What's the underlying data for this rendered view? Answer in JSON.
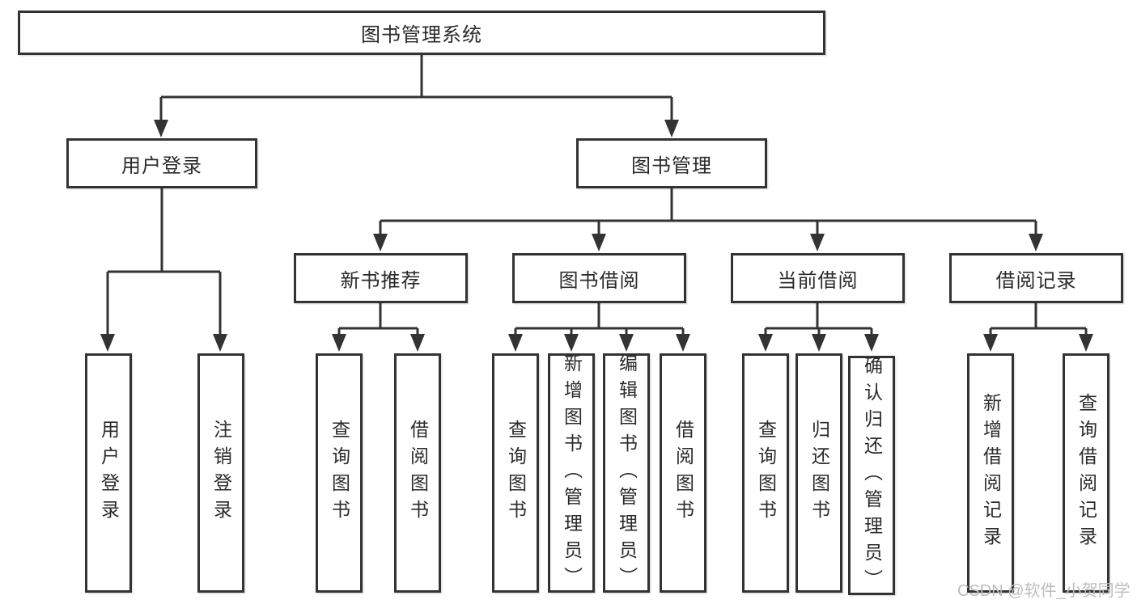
{
  "diagram": {
    "root_label": "图书管理系统",
    "level2": [
      {
        "label": "用户登录"
      },
      {
        "label": "图书管理"
      }
    ],
    "level3": [
      {
        "label": "新书推荐"
      },
      {
        "label": "图书借阅"
      },
      {
        "label": "当前借阅"
      },
      {
        "label": "借阅记录"
      }
    ],
    "leaves": [
      {
        "label": "用户登录",
        "parent": "用户登录"
      },
      {
        "label": "注销登录",
        "parent": "用户登录"
      },
      {
        "label": "查询图书",
        "parent": "新书推荐"
      },
      {
        "label": "借阅图书",
        "parent": "新书推荐"
      },
      {
        "label": "查询图书",
        "parent": "图书借阅"
      },
      {
        "label": "新增图书（管理员）",
        "parent": "图书借阅"
      },
      {
        "label": "编辑图书（管理员）",
        "parent": "图书借阅"
      },
      {
        "label": "借阅图书",
        "parent": "图书借阅"
      },
      {
        "label": "查询图书",
        "parent": "当前借阅"
      },
      {
        "label": "归还图书",
        "parent": "当前借阅"
      },
      {
        "label": "确认归还（管理员）",
        "parent": "当前借阅"
      },
      {
        "label": "新增借阅记录",
        "parent": "借阅记录"
      },
      {
        "label": "查询借阅记录",
        "parent": "借阅记录"
      }
    ]
  },
  "watermark": {
    "text": "CSDN @软件_小贺同学"
  },
  "colors": {
    "line": "#333333",
    "border": "#333333",
    "text": "#2a2a2a",
    "watermark": "#bdbdbd",
    "background": "#ffffff"
  }
}
